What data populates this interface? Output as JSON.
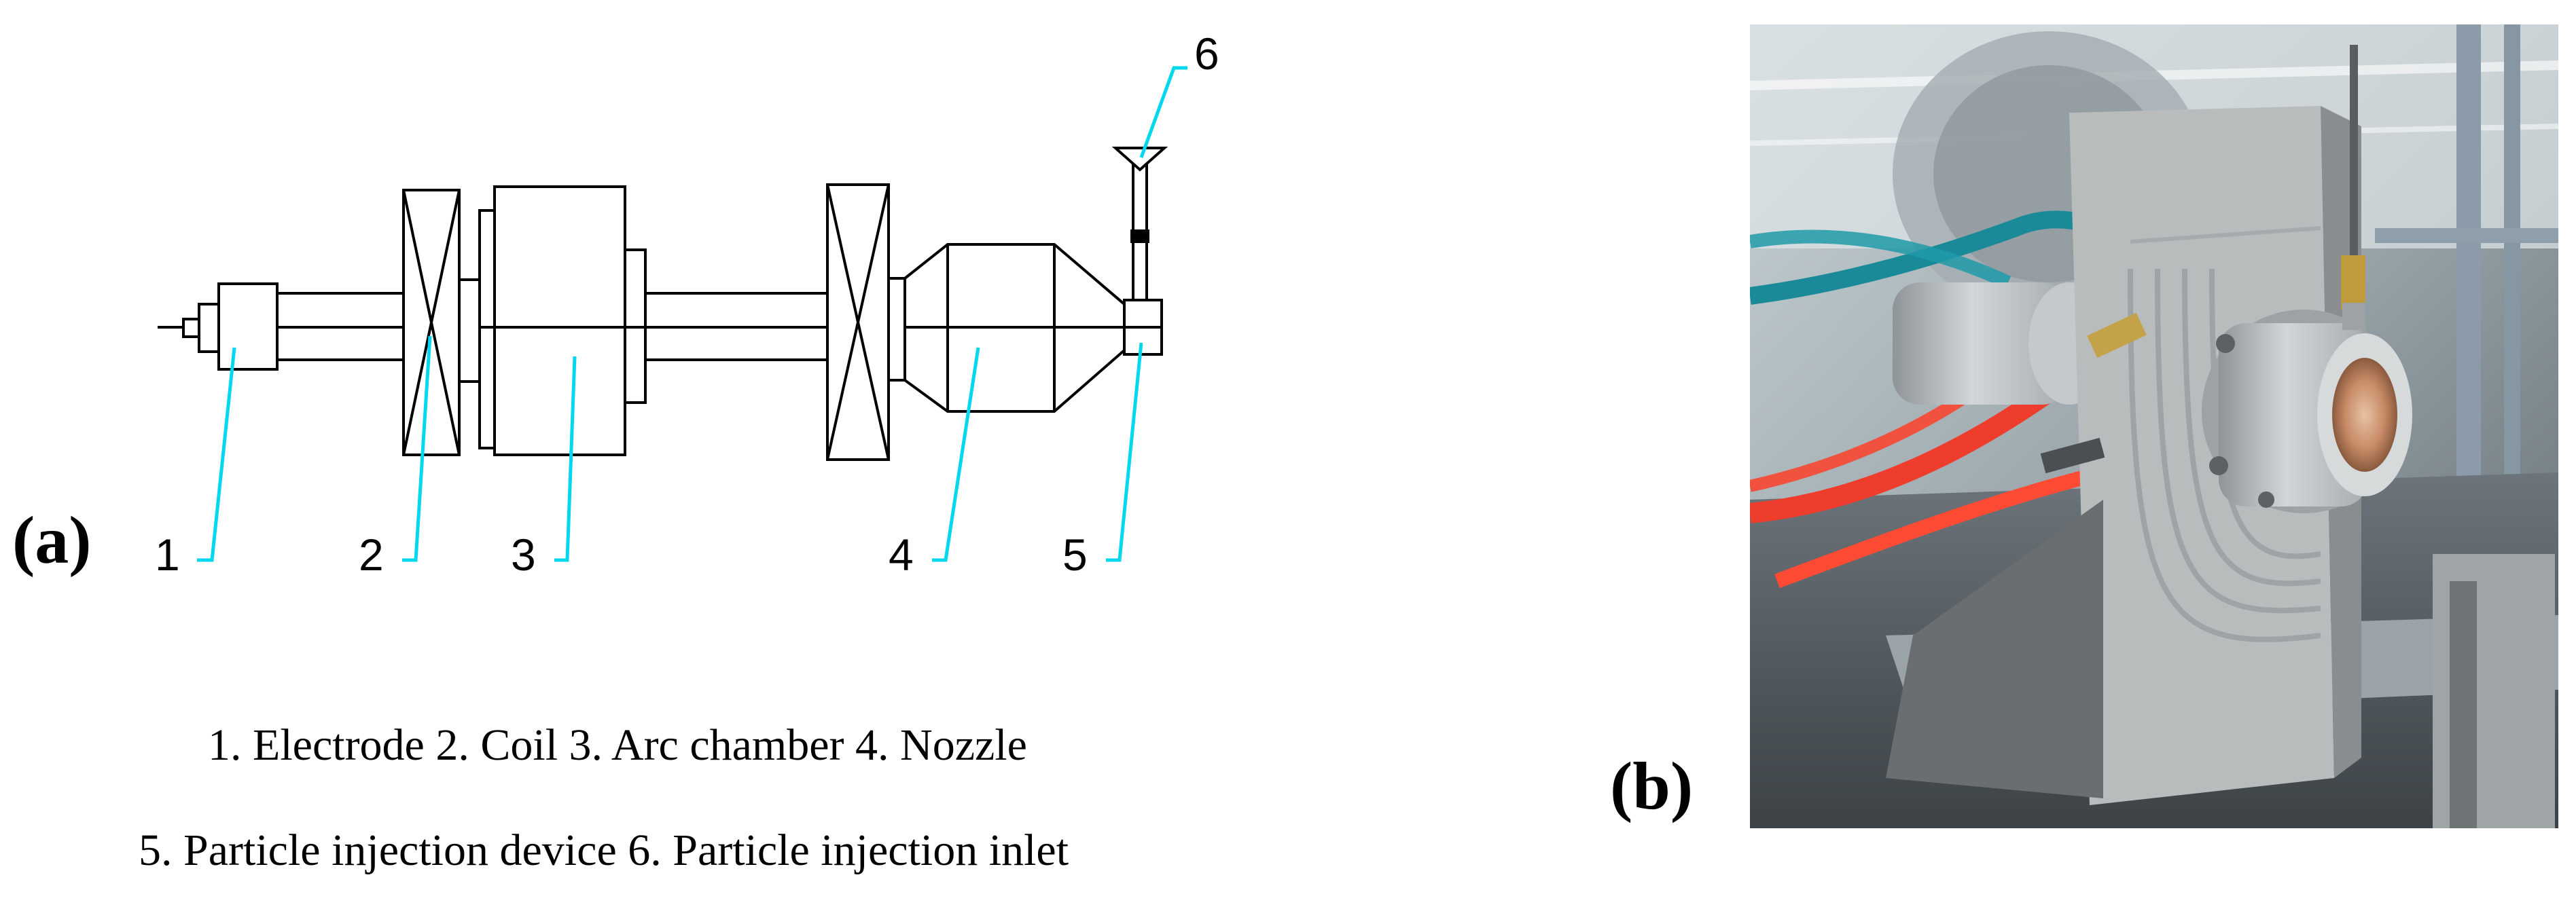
{
  "panel_a": {
    "label": "(a)",
    "callouts": [
      {
        "number": "1"
      },
      {
        "number": "2"
      },
      {
        "number": "3"
      },
      {
        "number": "4"
      },
      {
        "number": "5"
      },
      {
        "number": "6"
      }
    ],
    "caption_line1": "1. Electrode 2. Coil 3. Arc chamber 4. Nozzle",
    "caption_line2": "5. Particle injection device 6. Particle injection inlet"
  },
  "panel_b": {
    "label": "(b)"
  },
  "colors": {
    "leader_lines": "#00d8ef",
    "diagram_lines": "#000000"
  }
}
